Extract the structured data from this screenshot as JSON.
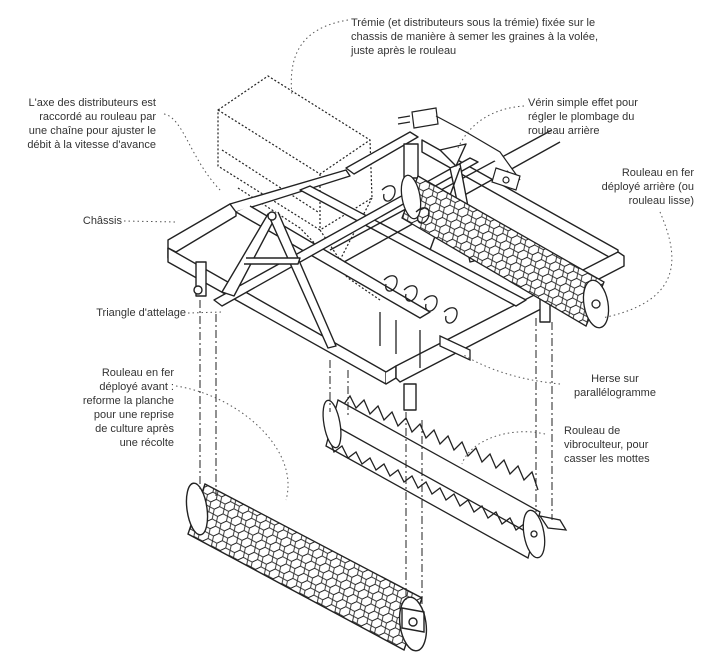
{
  "colors": {
    "ink": "#222222",
    "leader": "#555555",
    "label": "#333333",
    "background": "#ffffff"
  },
  "labels": {
    "tremie": [
      "Trémie (et distributeurs sous la trémie) fixée sur le",
      "chassis de manière à semer les graines à la volée,",
      "juste après le rouleau"
    ],
    "axe": [
      "L'axe des distributeurs est",
      "raccordé au rouleau par",
      "une chaîne pour ajuster le",
      "débit à la vitesse d'avance"
    ],
    "verin": [
      "Vérin simple effet pour",
      "régler le plombage du",
      "rouleau arrière"
    ],
    "rouleau_arriere": [
      "Rouleau en fer",
      "déployé arrière (ou",
      "rouleau lisse)"
    ],
    "chassis": [
      "Châssis"
    ],
    "triangle": [
      "Triangle d'attelage"
    ],
    "rouleau_avant": [
      "Rouleau en fer",
      "déployé avant :",
      "reforme la planche",
      "pour une reprise",
      "de culture après",
      "une récolte"
    ],
    "herse": [
      "Herse sur",
      "parallélogramme"
    ],
    "vibroculteur": [
      "Rouleau de",
      "vibroculteur, pour",
      "casser les mottes"
    ]
  }
}
